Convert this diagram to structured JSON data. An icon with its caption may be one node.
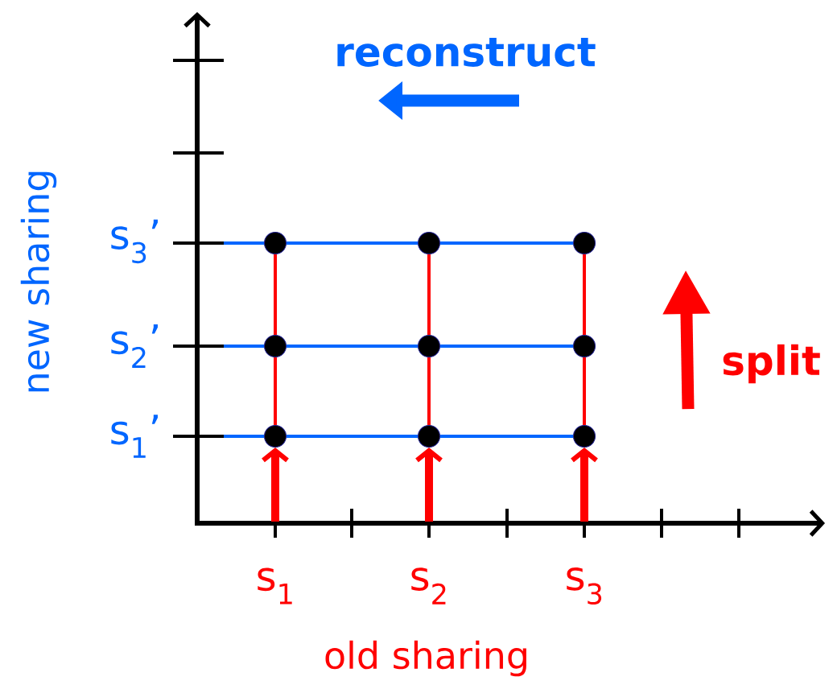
{
  "diagram": {
    "nodes": [
      {
        "text": [],
        "shape": "circle"
      },
      {
        "text": [],
        "shape": "circle"
      },
      {
        "text": [],
        "shape": "circle"
      },
      {
        "text": [],
        "shape": "circle"
      },
      {
        "text": [],
        "shape": "circle"
      },
      {
        "text": [],
        "shape": "circle"
      },
      {
        "text": [],
        "shape": "circle"
      },
      {
        "text": [],
        "shape": "circle"
      },
      {
        "text": [],
        "shape": "circle"
      }
    ],
    "edges": [
      {
        "from": null,
        "to": 0,
        "arrow": "none",
        "color": "#0066ff"
      },
      {
        "from": 0,
        "to": 1,
        "arrow": "none",
        "color": "#0066ff"
      },
      {
        "from": 1,
        "to": 2,
        "arrow": "none",
        "color": "#0066ff"
      },
      {
        "from": null,
        "to": 3,
        "arrow": "none",
        "color": "#0066ff"
      },
      {
        "from": 3,
        "to": 4,
        "arrow": "none",
        "color": "#0066ff"
      },
      {
        "from": 4,
        "to": 5,
        "arrow": "none",
        "color": "#0066ff"
      },
      {
        "from": null,
        "to": 6,
        "arrow": "none",
        "color": "#0066ff"
      },
      {
        "from": 6,
        "to": 7,
        "arrow": "none",
        "color": "#0066ff"
      },
      {
        "from": 7,
        "to": 8,
        "arrow": "none",
        "color": "#0066ff"
      },
      {
        "from": 0,
        "to": 3,
        "arrow": "none",
        "color": "#ff0000"
      },
      {
        "from": 3,
        "to": 6,
        "arrow": "none",
        "color": "#ff0000"
      },
      {
        "from": 1,
        "to": 4,
        "arrow": "none",
        "color": "#ff0000"
      },
      {
        "from": 4,
        "to": 7,
        "arrow": "none",
        "color": "#ff0000"
      },
      {
        "from": 2,
        "to": 5,
        "arrow": "none",
        "color": "#ff0000"
      },
      {
        "from": 5,
        "to": 8,
        "arrow": "none",
        "color": "#ff0000"
      },
      {
        "from": null,
        "to": 6,
        "arrow": "to",
        "style": "thick",
        "color": "#ff0000"
      },
      {
        "from": null,
        "to": 7,
        "arrow": "to",
        "style": "thick",
        "color": "#ff0000"
      },
      {
        "from": null,
        "to": 8,
        "arrow": "to",
        "style": "thick",
        "color": "#ff0000"
      }
    ],
    "labels": [
      "reconstruct",
      "new sharing",
      "s$_{3}$’",
      "s$_{2}$’",
      "split",
      "s$_{1}$’",
      "s$_{1}$",
      "s$_{2}$",
      "s$_{3}$",
      "old sharing"
    ]
  }
}
